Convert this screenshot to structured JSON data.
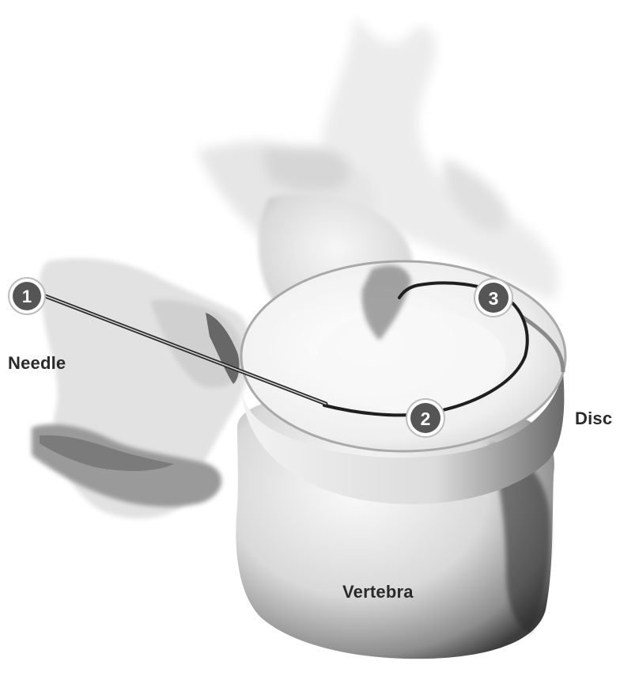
{
  "labels": {
    "needle": "Needle",
    "disc": "Disc",
    "vertebra": "Vertebra"
  },
  "markers": [
    "1",
    "2",
    "3"
  ],
  "colors": {
    "bone_light": "#ededed",
    "bone_mid": "#c8c8c8",
    "bone_dark": "#4a4a4a",
    "marker_fill": "#555555",
    "marker_ring": "#ffffff",
    "needle": "#2b2b2b",
    "label_text": "#2a2a2a"
  }
}
